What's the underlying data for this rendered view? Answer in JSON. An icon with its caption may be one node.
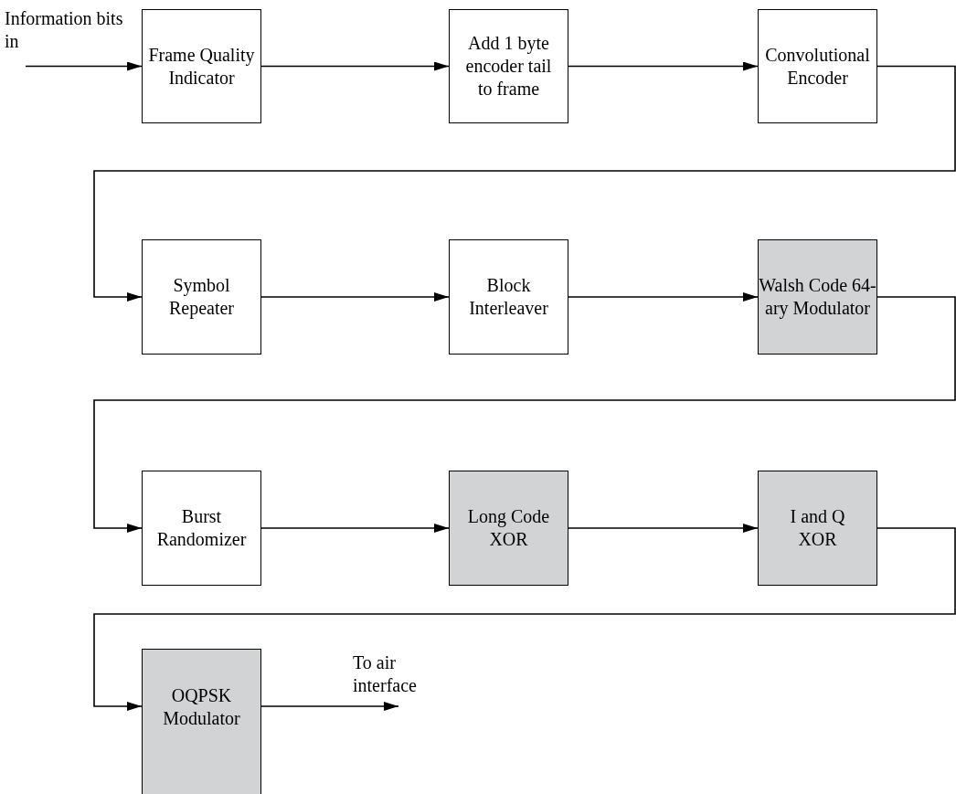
{
  "diagram": {
    "nodes": [
      {
        "text": [
          "Frame Quality Indicator"
        ]
      },
      {
        "text": [
          "Add 1 byte encoder tail to frame"
        ]
      },
      {
        "text": [
          "Convolutional Encoder"
        ]
      },
      {
        "text": [
          "Symbol Repeater"
        ]
      },
      {
        "text": [
          "Block Interleaver"
        ]
      },
      {
        "text": [
          "Walsh Code 64-ary Modulator"
        ]
      },
      {
        "text": [
          "Burst Randomizer"
        ]
      },
      {
        "text": [
          "Long Code XOR"
        ]
      },
      {
        "text": [
          "I and Q XOR"
        ]
      },
      {
        "text": [
          "OQPSK Modulator"
        ]
      }
    ],
    "edges": [
      {
        "from": null,
        "to": 0,
        "arrow": "to",
        "label": "Information bits in"
      },
      {
        "from": 0,
        "to": 1,
        "arrow": "to"
      },
      {
        "from": 1,
        "to": 2,
        "arrow": "to"
      },
      {
        "from": 2,
        "to": 3,
        "arrow": "to"
      },
      {
        "from": 3,
        "to": 4,
        "arrow": "to"
      },
      {
        "from": 4,
        "to": 5,
        "arrow": "to"
      },
      {
        "from": 5,
        "to": 6,
        "arrow": "to"
      },
      {
        "from": 6,
        "to": 7,
        "arrow": "to"
      },
      {
        "from": 7,
        "to": 8,
        "arrow": "to"
      },
      {
        "from": 8,
        "to": 9,
        "arrow": "to"
      },
      {
        "from": 9,
        "to": null,
        "arrow": "to",
        "label": "To air interface"
      }
    ]
  }
}
